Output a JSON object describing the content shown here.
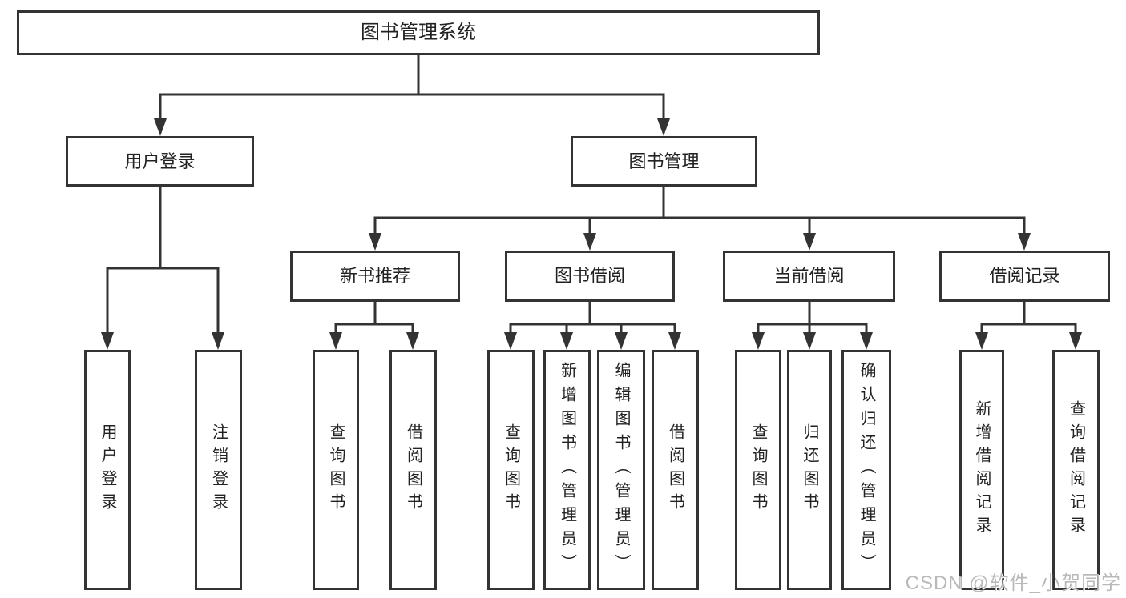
{
  "title": "图书管理系统",
  "nodes": {
    "root": "图书管理系统",
    "user_login": "用户登录",
    "book_mgmt": "图书管理",
    "new_books": "新书推荐",
    "book_borrow": "图书借阅",
    "current_borrow": "当前借阅",
    "borrow_records": "借阅记录",
    "leaf_user_login": "用户登录",
    "leaf_logout": "注销登录",
    "leaf_nb_query": "查询图书",
    "leaf_nb_borrow": "借阅图书",
    "leaf_bb_query": "查询图书",
    "leaf_bb_add": "新增图书（管理员）",
    "leaf_bb_edit": "编辑图书（管理员）",
    "leaf_bb_borrow": "借阅图书",
    "leaf_cb_query": "查询图书",
    "leaf_cb_return": "归还图书",
    "leaf_cb_confirm": "确认归还（管理员）",
    "leaf_br_add": "新增借阅记录",
    "leaf_br_query": "查询借阅记录"
  },
  "watermark": "CSDN @软件_小贺同学",
  "colors": {
    "line": "#333333",
    "text": "#222222",
    "watermark": "#b9b9b9",
    "background": "#ffffff"
  }
}
